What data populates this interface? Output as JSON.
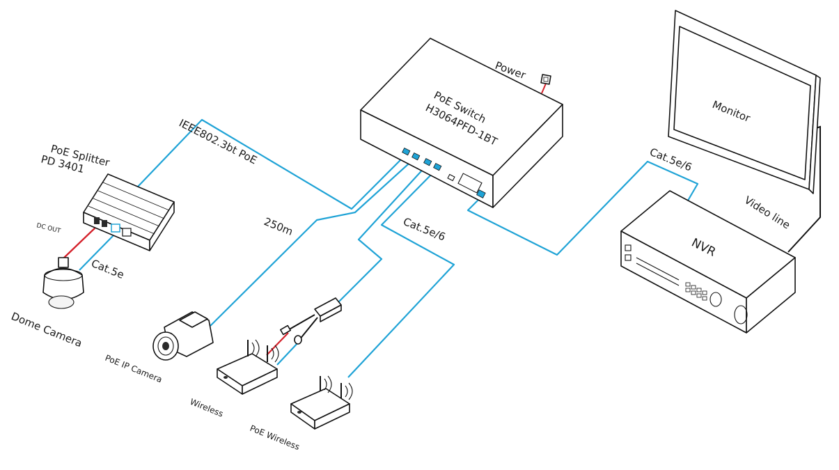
{
  "labels": {
    "power": "Power",
    "switch_title": "PoE Switch",
    "switch_model": "H3064PFD-1BT",
    "monitor": "Monitor",
    "nvr": "NVR",
    "video_line": "Video line",
    "cat5e6_nvr": "Cat.5e/6",
    "cat5e6_ap": "Cat.5e/6",
    "ieee": "IEEE802.3bt PoE",
    "splitter_title": "PoE Splitter",
    "splitter_model": "PD 3401",
    "dc_out": "DC OUT",
    "cat5e": "Cat.5e",
    "distance": "250m",
    "dome_camera": "Dome Camera",
    "poe_ip_camera": "PoE IP Camera",
    "wireless": "Wireless",
    "poe_wireless": "PoE Wireless"
  },
  "colors": {
    "cable": "#1fa3d6",
    "dc_cable": "#d4202a",
    "outline": "#111111",
    "port": "#1fa3d6"
  }
}
